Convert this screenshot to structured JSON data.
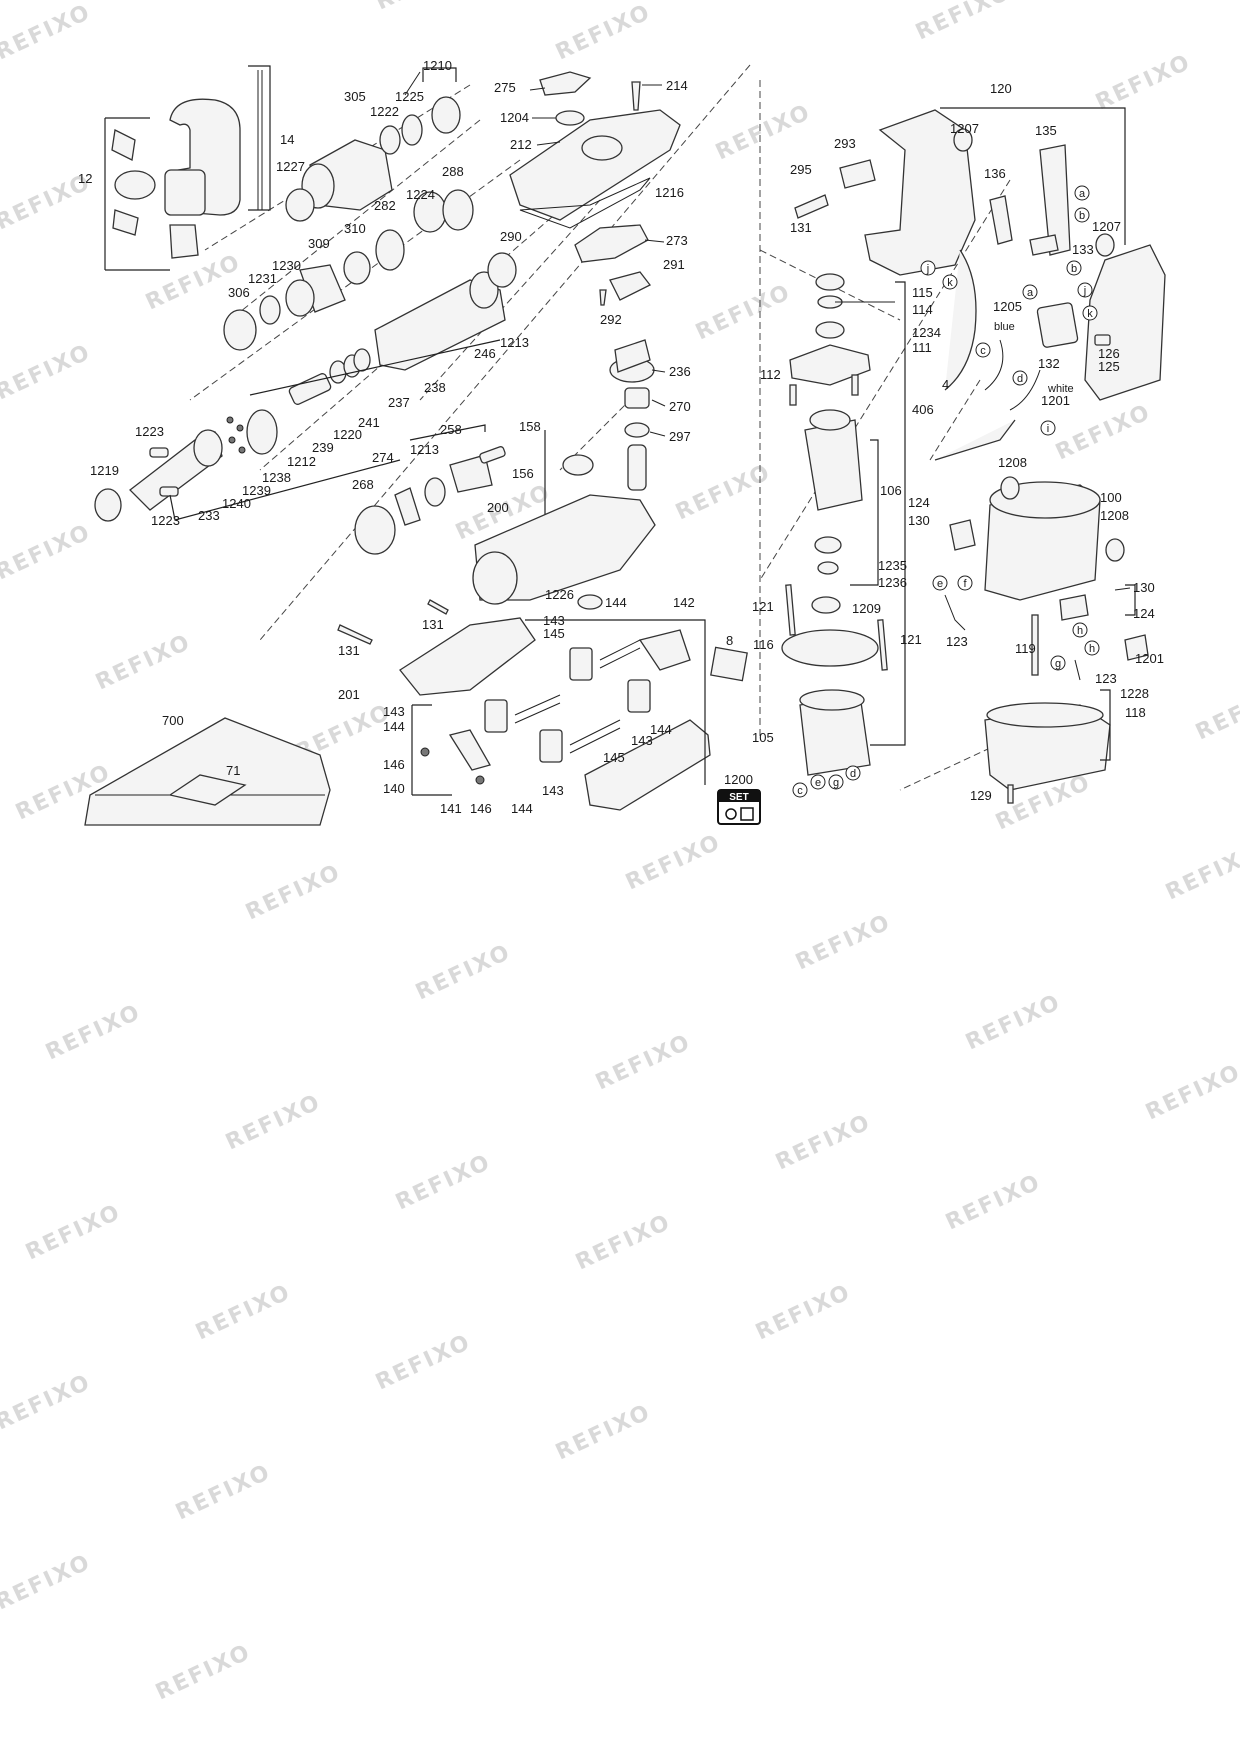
{
  "watermark": "REFIXO",
  "labels": {
    "l1210": "1210",
    "l305": "305",
    "l1225": "1225",
    "l1222": "1222",
    "l14": "14",
    "l12": "12",
    "l1227": "1227",
    "l288": "288",
    "l1224": "1224",
    "l282": "282",
    "l290": "290",
    "l309": "309",
    "l310": "310",
    "l1231": "1231",
    "l1230": "1230",
    "l306": "306",
    "l1213a": "1213",
    "l246": "246",
    "l238": "238",
    "l237": "237",
    "l241": "241",
    "l1220": "1220",
    "l239": "239",
    "l1212": "1212",
    "l1223a": "1223",
    "l1219": "1219",
    "l1238": "1238",
    "l1239": "1239",
    "l1240": "1240",
    "l233": "233",
    "l1223b": "1223",
    "l275": "275",
    "l214": "214",
    "l1204": "1204",
    "l212": "212",
    "l1216": "1216",
    "l273": "273",
    "l291": "291",
    "l292": "292",
    "l236": "236",
    "l270": "270",
    "l297": "297",
    "l158": "158",
    "l258": "258",
    "l274": "274",
    "l1213b": "1213",
    "l156": "156",
    "l268": "268",
    "l200": "200",
    "l1226": "1226",
    "l144a": "144",
    "l131a": "131",
    "l131b": "131",
    "l142": "142",
    "l143a": "143",
    "l145a": "145",
    "l8": "8",
    "l201": "201",
    "l143b": "143",
    "l144b": "144",
    "l143c": "143",
    "l144c": "144",
    "l146a": "146",
    "l145b": "145",
    "l140": "140",
    "l141": "141",
    "l146b": "146",
    "l144d": "144",
    "l143d": "143",
    "l700": "700",
    "l71": "71",
    "l1200": "1200",
    "l120": "120",
    "l293": "293",
    "l1207a": "1207",
    "l135": "135",
    "l295": "295",
    "l136": "136",
    "l131c": "131",
    "l1207b": "1207",
    "l133": "133",
    "l115": "115",
    "l114": "114",
    "l1205": "1205",
    "l1234": "1234",
    "l111": "111",
    "l4": "4",
    "l112": "112",
    "l406": "406",
    "l126": "126",
    "l125": "125",
    "l132": "132",
    "l1201a": "1201",
    "l106": "106",
    "l1208a": "1208",
    "l124a": "124",
    "l130a": "130",
    "l100": "100",
    "l1208b": "1208",
    "l1235": "1235",
    "l1236": "1236",
    "l121a": "121",
    "l1209": "1209",
    "l130b": "130",
    "l124b": "124",
    "l116": "116",
    "l121b": "121",
    "l123a": "123",
    "l119": "119",
    "l1201b": "1201",
    "l123b": "123",
    "l1228": "1228",
    "l118": "118",
    "l105": "105",
    "l129": "129"
  },
  "callouts": {
    "a1": "a",
    "b1": "b",
    "b2": "b",
    "a2": "a",
    "j1": "j",
    "j2": "j",
    "k1": "k",
    "k2": "k",
    "c1": "c",
    "d1": "d",
    "i1": "i",
    "e1": "e",
    "f1": "f",
    "g1": "g",
    "h1": "h",
    "h2": "h",
    "c2": "c",
    "e2": "e",
    "g2": "g",
    "d2": "d"
  },
  "wire_labels": {
    "blue": "blue",
    "white": "white"
  },
  "set_badge": {
    "text": "SET"
  }
}
